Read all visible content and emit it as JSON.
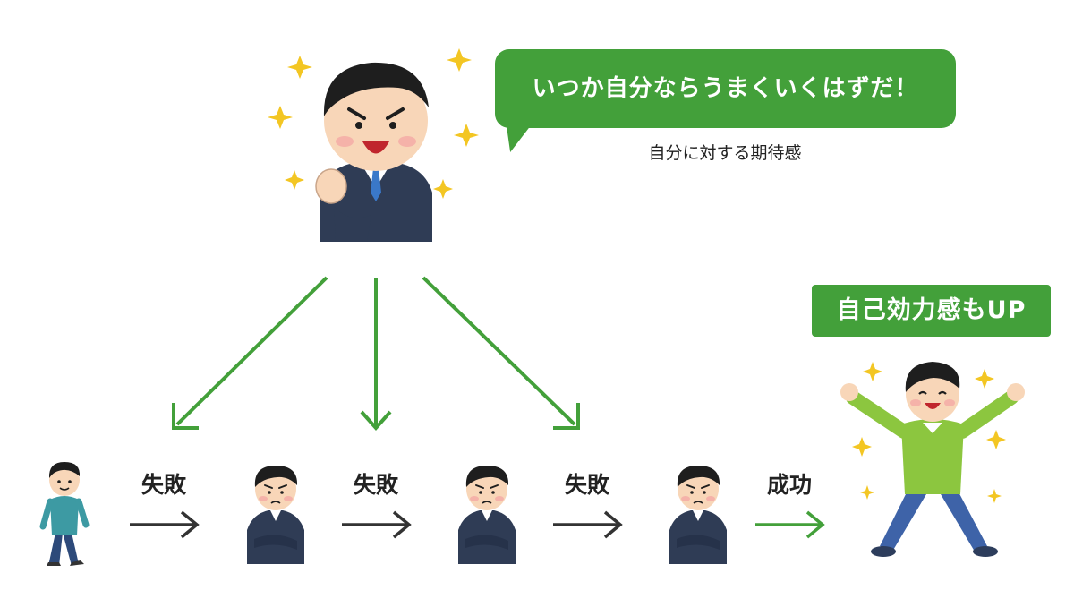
{
  "bubble": {
    "text": "いつか自分ならうまくいくはずだ！",
    "caption": "自分に対する期待感"
  },
  "badge": {
    "text": "自己効力感もUP"
  },
  "steps": [
    {
      "label": "失敗",
      "arrow_color": "#333333"
    },
    {
      "label": "失敗",
      "arrow_color": "#333333"
    },
    {
      "label": "失敗",
      "arrow_color": "#333333"
    },
    {
      "label": "成功",
      "arrow_color": "#43a03a"
    }
  ],
  "colors": {
    "accent_green": "#43a03a",
    "suit_navy": "#2f3c55",
    "skin": "#f8d6b8",
    "hair": "#1e1e1e",
    "tie_blue": "#3a78c9",
    "sparkle_yellow": "#f3c623",
    "shirt_teal": "#3d9aa3",
    "sweater_green": "#8cc63f",
    "pants_blue": "#3e63a8"
  },
  "icons": {
    "main_character": "confident-businessman-icon",
    "walker": "walking-man-icon",
    "worried": "worried-businessman-icon",
    "celebrator": "jumping-happy-man-icon",
    "sparkle": "sparkle-icon"
  }
}
